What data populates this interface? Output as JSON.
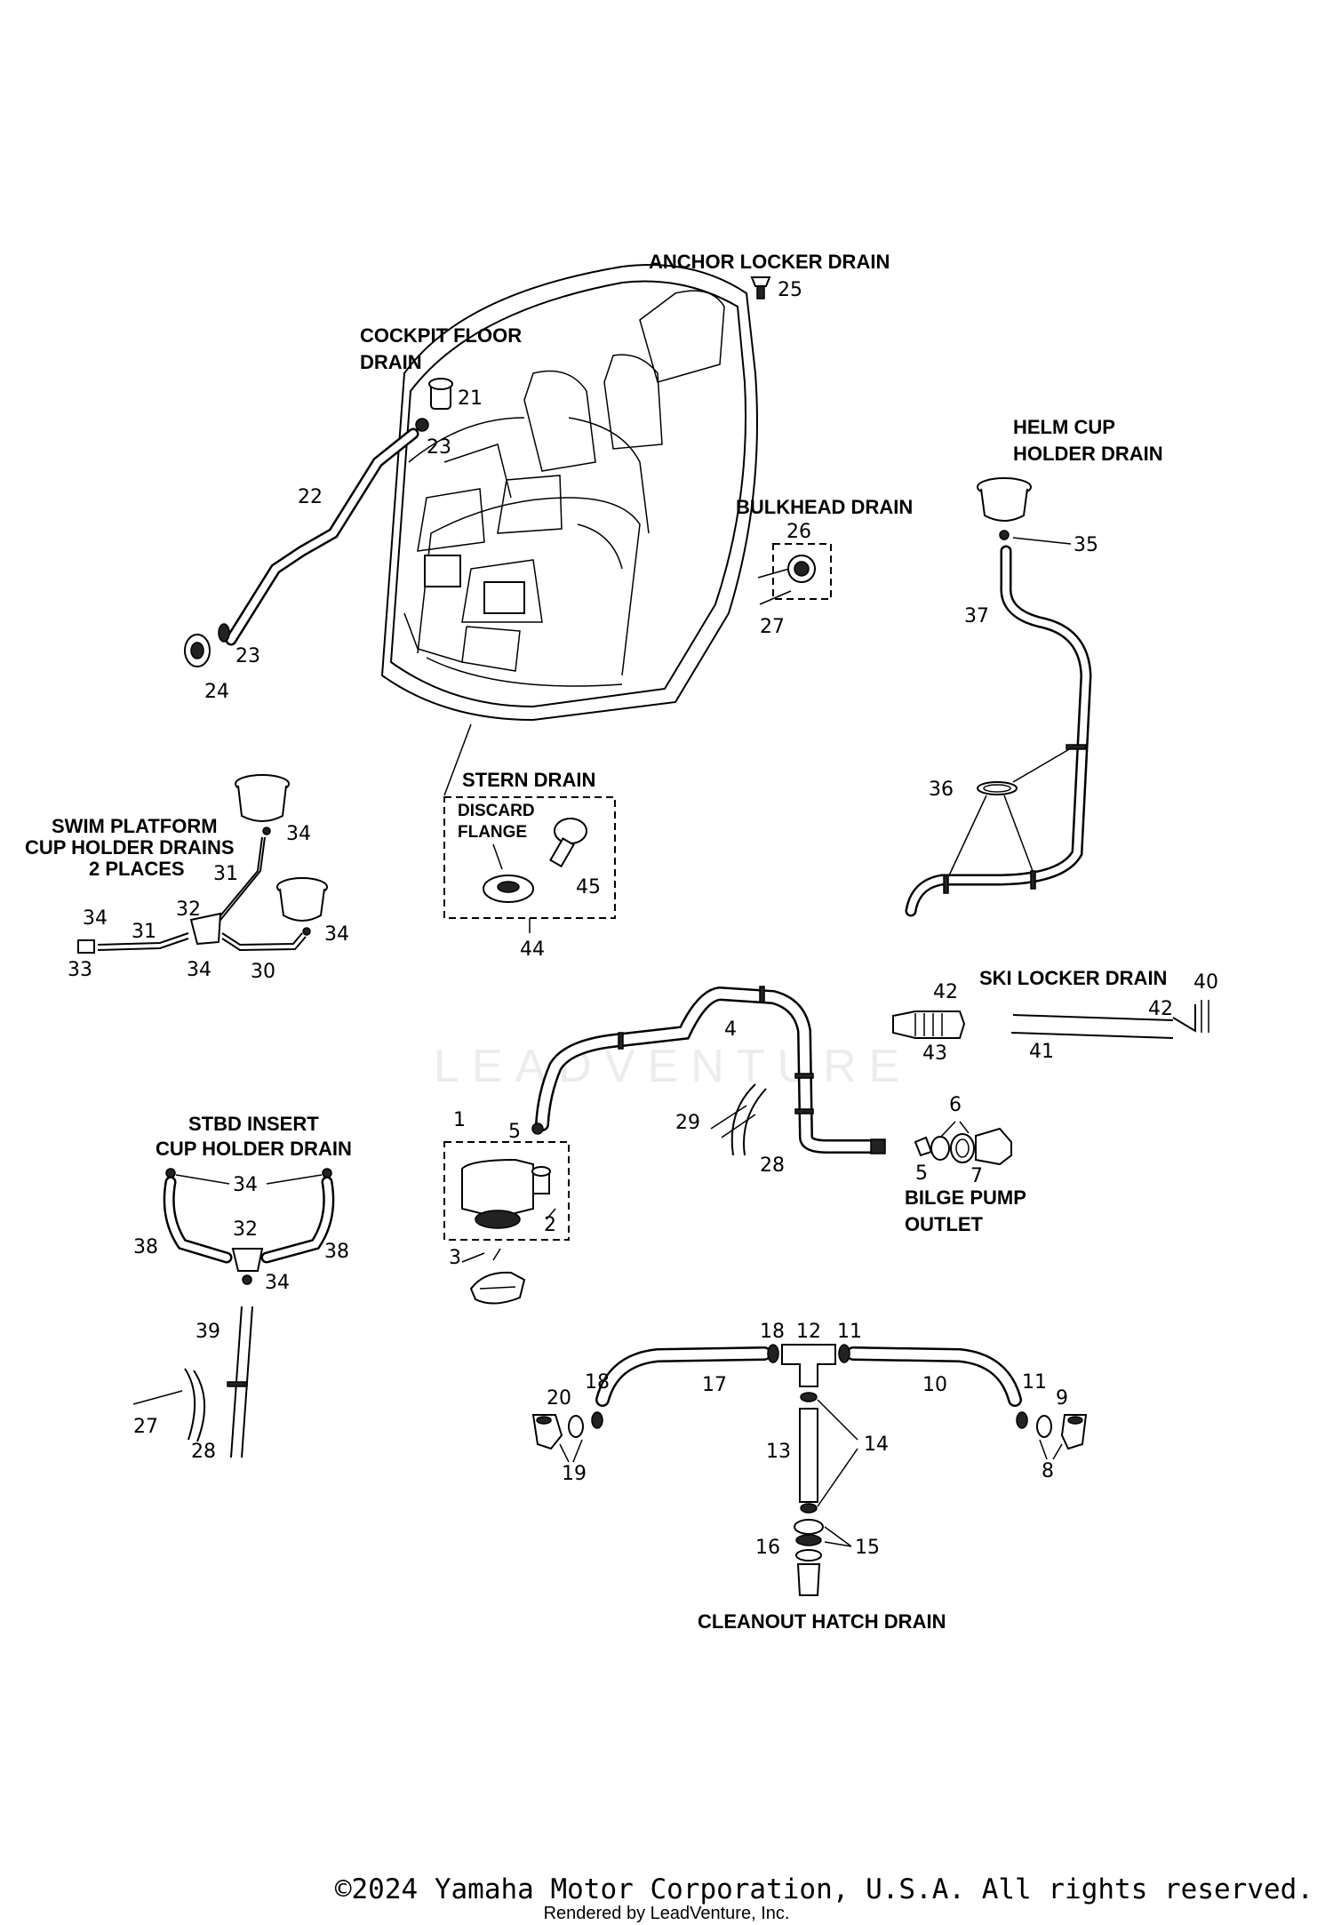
{
  "labels": {
    "anchor_locker": "ANCHOR LOCKER DRAIN",
    "cockpit_floor_1": "COCKPIT FLOOR",
    "cockpit_floor_2": "DRAIN",
    "helm_cup_1": "HELM CUP",
    "helm_cup_2": "HOLDER DRAIN",
    "bulkhead": "BULKHEAD DRAIN",
    "stern": "STERN DRAIN",
    "discard_1": "DISCARD",
    "discard_2": "FLANGE",
    "swim_1": "SWIM PLATFORM",
    "swim_2": "CUP HOLDER DRAINS",
    "swim_3": "2 PLACES",
    "ski_locker": "SKI LOCKER DRAIN",
    "stbd_1": "STBD INSERT",
    "stbd_2": "CUP HOLDER DRAIN",
    "bilge_1": "BILGE PUMP",
    "bilge_2": "OUTLET",
    "cleanout": "CLEANOUT HATCH DRAIN"
  },
  "callouts": {
    "n1": "1",
    "n2": "2",
    "n3": "3",
    "n4": "4",
    "n5a": "5",
    "n5b": "5",
    "n6": "6",
    "n7": "7",
    "n8": "8",
    "n9": "9",
    "n10": "10",
    "n11a": "11",
    "n11b": "11",
    "n12": "12",
    "n13": "13",
    "n14": "14",
    "n15": "15",
    "n16": "16",
    "n17": "17",
    "n18a": "18",
    "n18b": "18",
    "n19": "19",
    "n20": "20",
    "n21": "21",
    "n22": "22",
    "n23a": "23",
    "n23b": "23",
    "n24": "24",
    "n25": "25",
    "n26": "26",
    "n27a": "27",
    "n27b": "27",
    "n28a": "28",
    "n28b": "28",
    "n29": "29",
    "n30": "30",
    "n31a": "31",
    "n31b": "31",
    "n32a": "32",
    "n32b": "32",
    "n33": "33",
    "n34a": "34",
    "n34b": "34",
    "n34c": "34",
    "n34d": "34",
    "n34e": "34",
    "n34f": "34",
    "n35": "35",
    "n36": "36",
    "n37": "37",
    "n38a": "38",
    "n38b": "38",
    "n39": "39",
    "n40": "40",
    "n41": "41",
    "n42a": "42",
    "n42b": "42",
    "n43": "43",
    "n44": "44",
    "n45": "45"
  },
  "watermark": "LEADVENTURE",
  "footer": {
    "copyright": "©2024 Yamaha Motor Corporation, U.S.A. All rights reserved.",
    "rendered": "Rendered by LeadVenture, Inc."
  }
}
